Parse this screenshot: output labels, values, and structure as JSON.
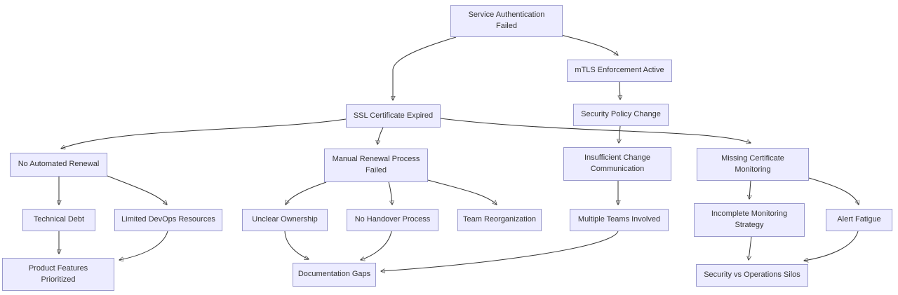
{
  "diagram": {
    "title": "Root cause analysis flowchart: Service Authentication Failed",
    "colors": {
      "background": "#ffffff",
      "node_fill": "#ECECFF",
      "node_border": "#9999cc",
      "edge": "#333333",
      "text": "#333333"
    },
    "nodes": [
      {
        "id": "service-authentication-failed",
        "label": "Service Authentication\nFailed"
      },
      {
        "id": "mtls-enforcement-active",
        "label": "mTLS Enforcement Active"
      },
      {
        "id": "ssl-certificate-expired",
        "label": "SSL Certificate Expired"
      },
      {
        "id": "security-policy-change",
        "label": "Security Policy Change"
      },
      {
        "id": "no-automated-renewal",
        "label": "No Automated Renewal"
      },
      {
        "id": "manual-renewal-process-failed",
        "label": "Manual Renewal Process\nFailed"
      },
      {
        "id": "insufficient-change-communication",
        "label": "Insufficient Change\nCommunication"
      },
      {
        "id": "missing-certificate-monitoring",
        "label": "Missing Certificate\nMonitoring"
      },
      {
        "id": "technical-debt",
        "label": "Technical Debt"
      },
      {
        "id": "limited-devops-resources",
        "label": "Limited DevOps Resources"
      },
      {
        "id": "unclear-ownership",
        "label": "Unclear Ownership"
      },
      {
        "id": "no-handover-process",
        "label": "No Handover Process"
      },
      {
        "id": "team-reorganization",
        "label": "Team Reorganization"
      },
      {
        "id": "multiple-teams-involved",
        "label": "Multiple Teams Involved"
      },
      {
        "id": "incomplete-monitoring-strategy",
        "label": "Incomplete Monitoring\nStrategy"
      },
      {
        "id": "alert-fatigue",
        "label": "Alert Fatigue"
      },
      {
        "id": "product-features-prioritized",
        "label": "Product Features\nPrioritized"
      },
      {
        "id": "documentation-gaps",
        "label": "Documentation Gaps"
      },
      {
        "id": "security-vs-operations-silos",
        "label": "Security vs Operations Silos"
      }
    ],
    "edges": [
      {
        "from": "service-authentication-failed",
        "to": "ssl-certificate-expired"
      },
      {
        "from": "service-authentication-failed",
        "to": "mtls-enforcement-active"
      },
      {
        "from": "mtls-enforcement-active",
        "to": "security-policy-change"
      },
      {
        "from": "ssl-certificate-expired",
        "to": "no-automated-renewal"
      },
      {
        "from": "ssl-certificate-expired",
        "to": "manual-renewal-process-failed"
      },
      {
        "from": "ssl-certificate-expired",
        "to": "missing-certificate-monitoring"
      },
      {
        "from": "security-policy-change",
        "to": "insufficient-change-communication"
      },
      {
        "from": "no-automated-renewal",
        "to": "technical-debt"
      },
      {
        "from": "no-automated-renewal",
        "to": "limited-devops-resources"
      },
      {
        "from": "manual-renewal-process-failed",
        "to": "unclear-ownership"
      },
      {
        "from": "manual-renewal-process-failed",
        "to": "no-handover-process"
      },
      {
        "from": "manual-renewal-process-failed",
        "to": "team-reorganization"
      },
      {
        "from": "insufficient-change-communication",
        "to": "multiple-teams-involved"
      },
      {
        "from": "missing-certificate-monitoring",
        "to": "incomplete-monitoring-strategy"
      },
      {
        "from": "missing-certificate-monitoring",
        "to": "alert-fatigue"
      },
      {
        "from": "technical-debt",
        "to": "product-features-prioritized"
      },
      {
        "from": "limited-devops-resources",
        "to": "product-features-prioritized"
      },
      {
        "from": "unclear-ownership",
        "to": "documentation-gaps"
      },
      {
        "from": "no-handover-process",
        "to": "documentation-gaps"
      },
      {
        "from": "multiple-teams-involved",
        "to": "documentation-gaps"
      },
      {
        "from": "incomplete-monitoring-strategy",
        "to": "security-vs-operations-silos"
      },
      {
        "from": "alert-fatigue",
        "to": "security-vs-operations-silos"
      }
    ]
  }
}
